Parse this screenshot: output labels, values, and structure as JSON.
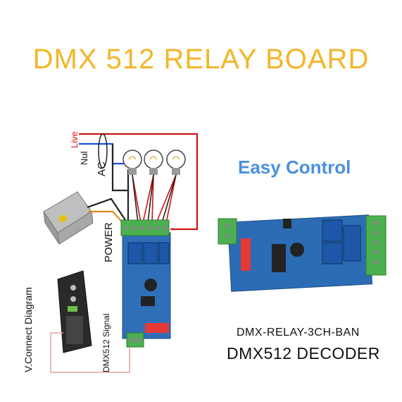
{
  "title": "DMX 512 RELAY BOARD",
  "headline": "Easy Control",
  "model": "DMX-RELAY-3CH-BAN",
  "product_name": "DMX512 DECODER",
  "diagram": {
    "live": "Live",
    "null": "Nul",
    "ac": "AC",
    "power": "POWER",
    "connect_diagram": "V.Connect Diagram",
    "signal": "DMX512 Signal"
  },
  "colors": {
    "title": "#f2b629",
    "headline": "#4a8fe0",
    "live_wire": "#d11111",
    "null_wire": "#1a4fd8"
  }
}
